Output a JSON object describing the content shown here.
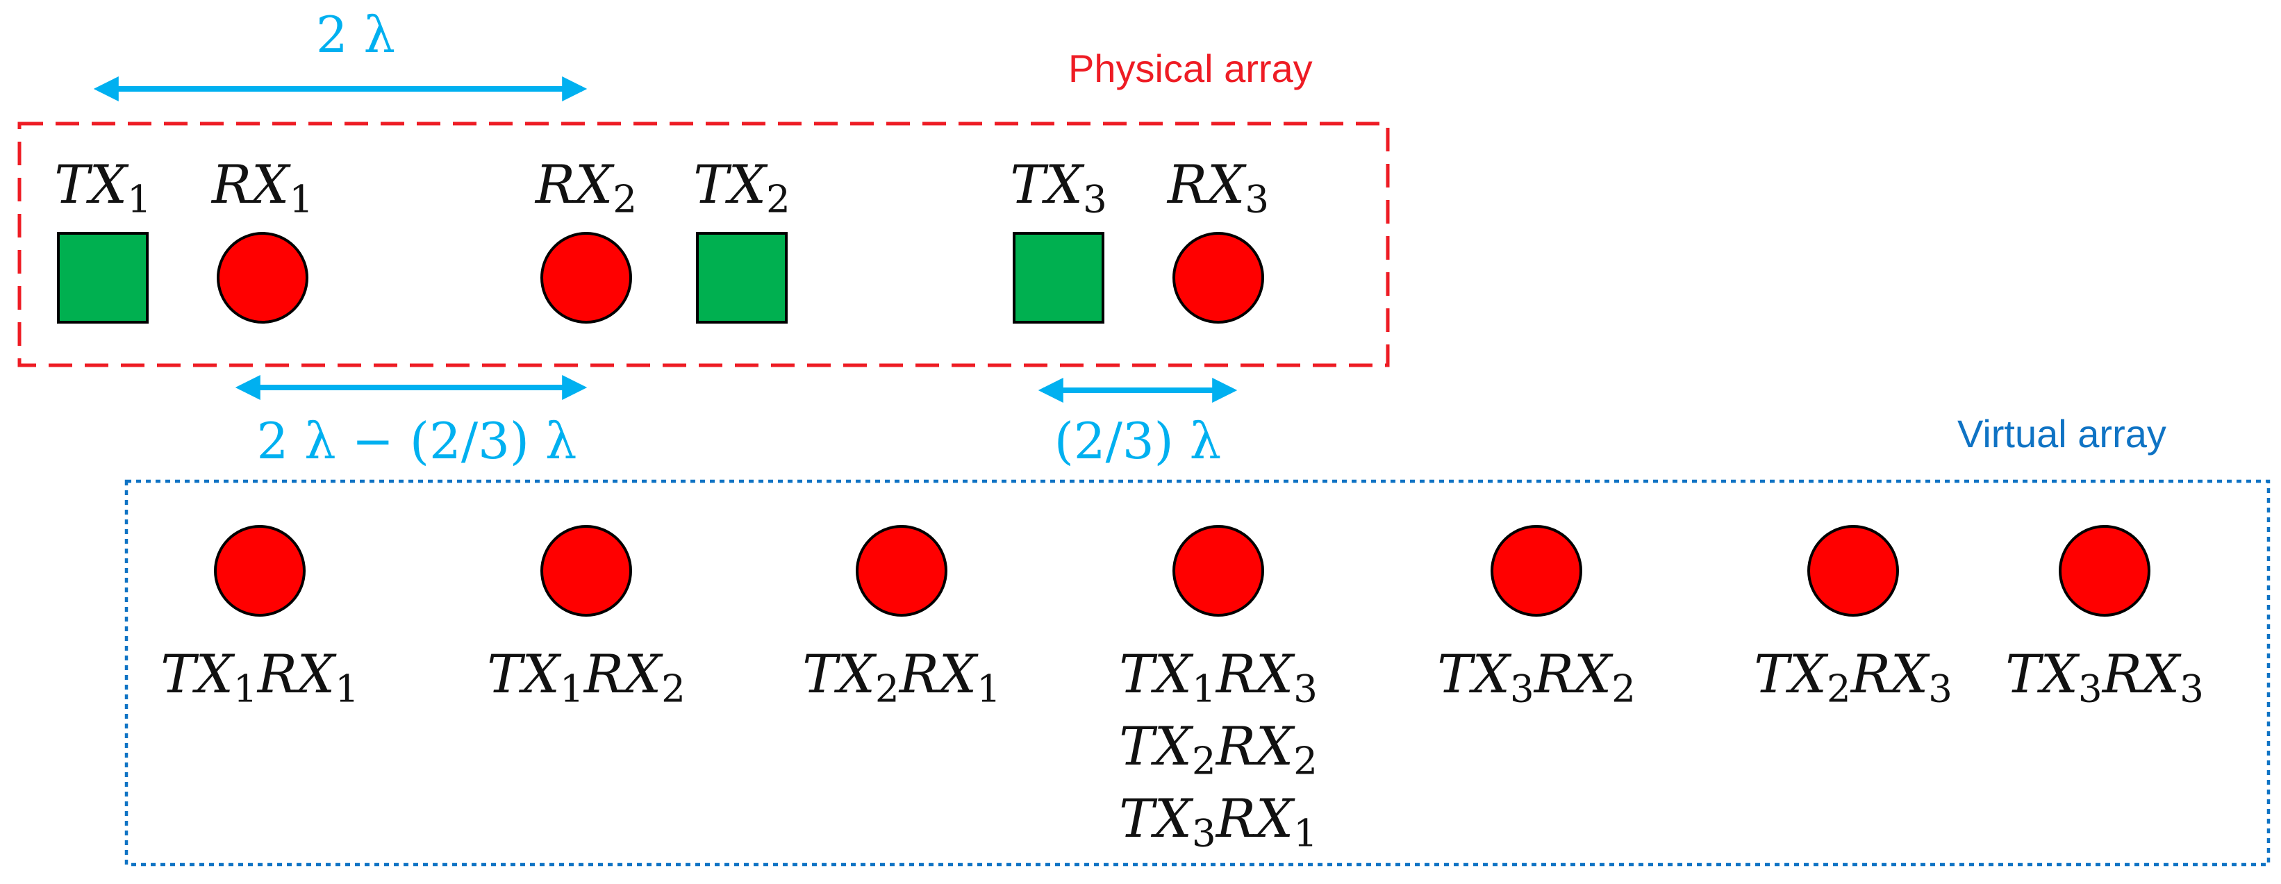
{
  "colors": {
    "physical": "#ee1c24",
    "virtual": "#0f73c4",
    "arrow": "#00b0f0",
    "tx": "#00b050",
    "rx": "#ff0000"
  },
  "physical_label": "Physical array",
  "virtual_label": "Virtual array",
  "spacing": {
    "top_base": "2 λ",
    "left_base": "2 λ − (2/3) λ",
    "right": "(2/3) λ"
  },
  "physical_elements": [
    {
      "kind": "tx",
      "base": "TX",
      "sub": "1"
    },
    {
      "kind": "rx",
      "base": "RX",
      "sub": "1"
    },
    {
      "kind": "rx",
      "base": "RX",
      "sub": "2"
    },
    {
      "kind": "tx",
      "base": "TX",
      "sub": "2"
    },
    {
      "kind": "tx",
      "base": "TX",
      "sub": "3"
    },
    {
      "kind": "rx",
      "base": "RX",
      "sub": "3"
    }
  ],
  "virtual_elements": [
    {
      "lines": [
        [
          "1",
          "1"
        ]
      ]
    },
    {
      "lines": [
        [
          "1",
          "2"
        ]
      ]
    },
    {
      "lines": [
        [
          "2",
          "1"
        ]
      ]
    },
    {
      "lines": [
        [
          "1",
          "3"
        ],
        [
          "2",
          "2"
        ],
        [
          "3",
          "1"
        ]
      ]
    },
    {
      "lines": [
        [
          "3",
          "2"
        ]
      ]
    },
    {
      "lines": [
        [
          "2",
          "3"
        ]
      ]
    },
    {
      "lines": [
        [
          "3",
          "3"
        ]
      ]
    }
  ]
}
